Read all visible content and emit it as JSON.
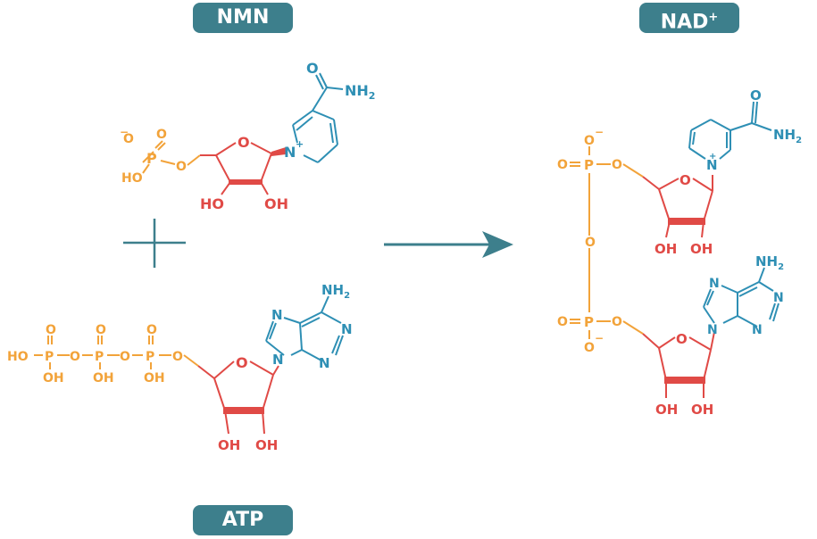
{
  "labels": {
    "nmn": "NMN",
    "nad": "NAD",
    "nad_charge": "+",
    "atp": "ATP"
  },
  "atoms": {
    "O": "O",
    "P": "P",
    "HO": "HO",
    "OH": "OH",
    "N": "N",
    "NH2_N": "NH",
    "NH2_sub": "2",
    "minus": "−",
    "plus": "+"
  },
  "colors": {
    "label_bg": "#3d7f8c",
    "phosphate": "#f2a33a",
    "ribose": "#e04a46",
    "base": "#2e8fb4",
    "arrow": "#3d7f8c",
    "plus_sign": "#3d7f8c"
  }
}
